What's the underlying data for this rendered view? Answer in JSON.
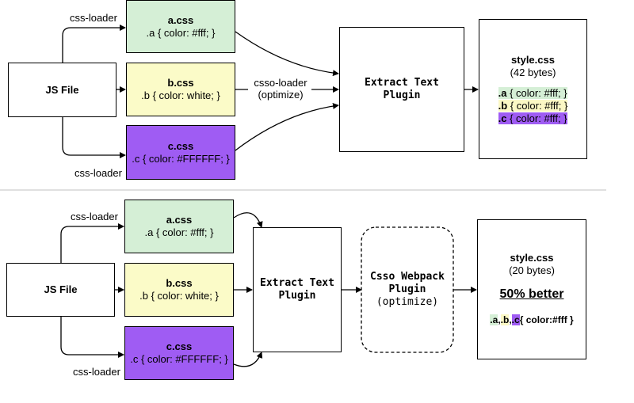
{
  "top": {
    "js_file": "JS File",
    "a": {
      "name": "a.css",
      "rule": ".a {  color: #fff; }"
    },
    "b": {
      "name": "b.css",
      "rule": ".b {  color: white; }"
    },
    "c": {
      "name": "c.css",
      "rule": ".c { color: #FFFFFF; }"
    },
    "loader_top": "css-loader",
    "loader_bottom": "css-loader",
    "csso_loader": "csso-loader",
    "optimize": "(optimize)",
    "extract_line1": "Extract Text",
    "extract_line2": "Plugin",
    "output": {
      "title": "style.css",
      "size": "(42 bytes)",
      "line_a_sel": ".a",
      "line_a_rest": " {  color: #fff; }",
      "line_b_sel": ".b",
      "line_b_rest": " {  color: #fff; }",
      "line_c_sel": ".c",
      "line_c_rest": " {  color: #fff; }"
    }
  },
  "bottom": {
    "js_file": "JS File",
    "a": {
      "name": "a.css",
      "rule": ".a {  color: #fff; }"
    },
    "b": {
      "name": "b.css",
      "rule": ".b {  color: white; }"
    },
    "c": {
      "name": "c.css",
      "rule": ".c { color: #FFFFFF; }"
    },
    "loader_top": "css-loader",
    "loader_bottom": "css-loader",
    "extract_line1": "Extract Text",
    "extract_line2": "Plugin",
    "csso_line1": "Csso Webpack",
    "csso_line2": "Plugin",
    "csso_line3": "(optimize)",
    "output": {
      "title": "style.css",
      "size": "(20 bytes)",
      "better": "50% better",
      "sel_a": ".a",
      "comma1": ",",
      "sel_b": ".b",
      "comma2": ",",
      "sel_c": ".c",
      "rest": "{ color:#fff }"
    }
  },
  "colors": {
    "green": "#d5efd6",
    "yellow": "#fbfbc8",
    "purple": "#9f5cf3",
    "divider": "#e0e0e0"
  }
}
